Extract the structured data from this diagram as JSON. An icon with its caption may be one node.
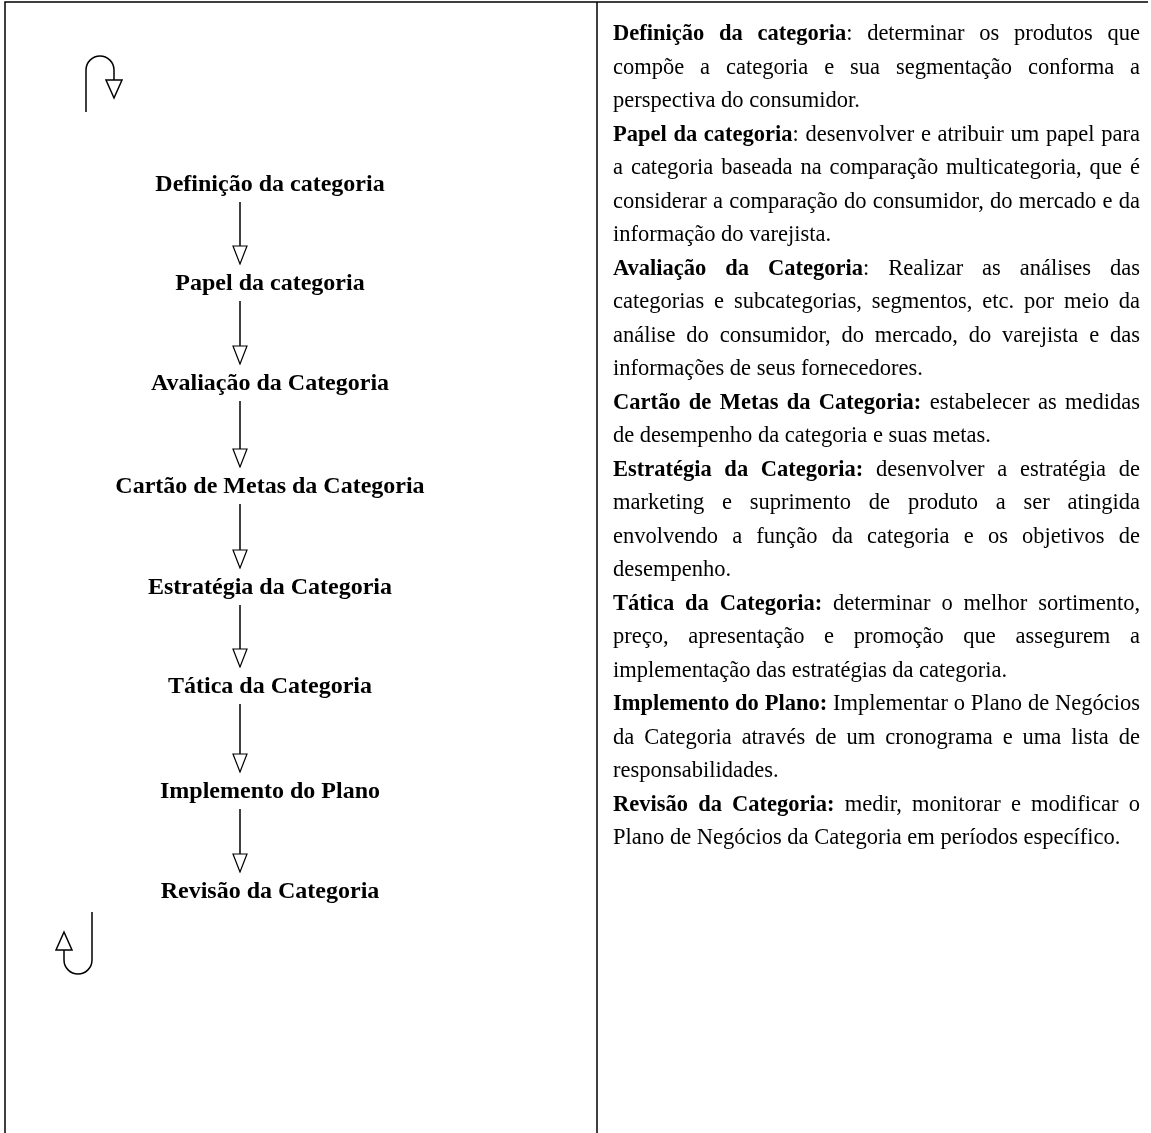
{
  "diagram": {
    "nodes": [
      {
        "text": [
          "Definição da categoria"
        ]
      },
      {
        "text": [
          "Papel da categoria"
        ]
      },
      {
        "text": [
          "Avaliação da Categoria"
        ]
      },
      {
        "text": [
          "Cartão de Metas da Categoria"
        ]
      },
      {
        "text": [
          "Estratégia da Categoria"
        ]
      },
      {
        "text": [
          "Tática da Categoria"
        ]
      },
      {
        "text": [
          "Implemento do Plano"
        ]
      },
      {
        "text": [
          "Revisão da Categoria"
        ]
      }
    ],
    "edges": [
      {
        "from": 0,
        "to": 1,
        "arrow": "to"
      },
      {
        "from": 1,
        "to": 2,
        "arrow": "to"
      },
      {
        "from": 2,
        "to": 3,
        "arrow": "to"
      },
      {
        "from": 3,
        "to": 4,
        "arrow": "to"
      },
      {
        "from": 4,
        "to": 5,
        "arrow": "to"
      },
      {
        "from": 5,
        "to": 6,
        "arrow": "to"
      },
      {
        "from": 6,
        "to": 7,
        "arrow": "to"
      }
    ],
    "labels": [
      "**Definição da categoria**: determinar os produtos que compõe a categoria e sua segmentação conforma a perspectiva do consumidor.",
      "**Papel da categoria**: desenvolver e atribuir um papel para a categoria baseada na comparação multicategoria, que é considerar a comparação do consumidor, do mercado e da informação do varejista.",
      "**Avaliação da Categoria**: Realizar as análises das categorias e subcategorias, segmentos, etc. por meio da análise do consumidor, do mercado, do varejista e das informações de seus fornecedores.",
      "**Cartão de Metas da Categoria:** estabelecer as medidas de desempenho da categoria e suas metas.",
      "**Estratégia da Categoria:** desenvolver a estratégia de marketing e suprimento de produto a ser atingida envolvendo a função da categoria e os objetivos de desempenho.",
      "**Tática da Categoria:** determinar o melhor sortimento, preço, apresentação e promoção que assegurem a implementação das estratégias da categoria.",
      "**Implemento do Plano:** Implementar o Plano de Negócios da Categoria através de um cronograma e uma lista de responsabilidades.",
      "**Revisão da Categoria:** medir, monitorar e modificar o Plano de Negócios da Categoria em períodos específico."
    ]
  }
}
